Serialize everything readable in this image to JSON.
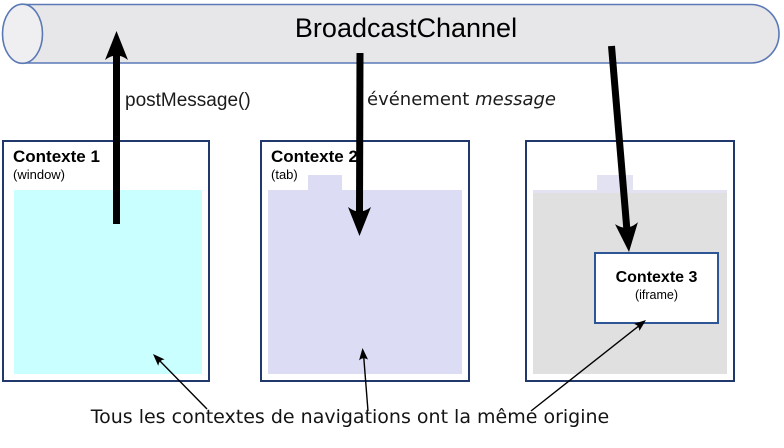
{
  "diagram": {
    "channel_label": "BroadcastChannel",
    "post_message_label": "postMessage()",
    "event_label_prefix": "événement ",
    "event_label_emphasis": "message",
    "caption": "Tous les contextes de navigations ont la même origine",
    "contexts": [
      {
        "title": "Contexte 1",
        "subtitle": "(window)"
      },
      {
        "title": "Contexte 2",
        "subtitle": "(tab)"
      },
      {
        "title": "Contexte 3",
        "subtitle": "(iframe)"
      }
    ],
    "colors": {
      "context1_fill": "#c9ffff",
      "context2_fill": "#dcdcf5",
      "context3_fill": "#e0e0e0",
      "notch_fill": "#e2e2f2",
      "pipe_fill": "#e7e7e9",
      "pipe_cap_fill": "#efeff1",
      "pipe_border": "#5b79b5",
      "box_border": "#20386b",
      "iframe_border": "#2e5596",
      "arrow_color": "#000000"
    }
  }
}
